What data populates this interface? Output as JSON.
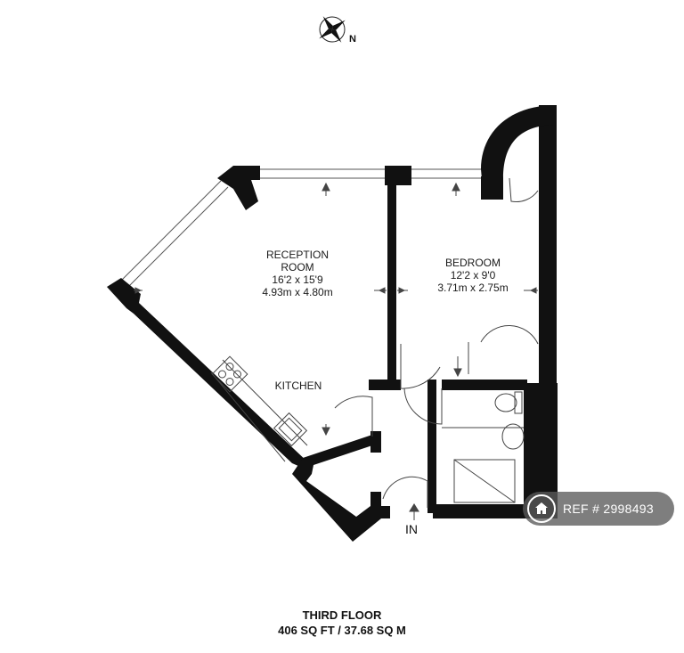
{
  "compass": {
    "north_label": "N"
  },
  "rooms": {
    "reception": {
      "name_line1": "RECEPTION",
      "name_line2": "ROOM",
      "imperial": "16'2 x 15'9",
      "metric": "4.93m x 4.80m"
    },
    "bedroom": {
      "name": "BEDROOM",
      "imperial": "12'2 x 9'0",
      "metric": "3.71m x 2.75m"
    },
    "kitchen": {
      "name": "KITCHEN"
    }
  },
  "entrance_label": "IN",
  "footer": {
    "floor": "THIRD FLOOR",
    "area": "406 SQ FT / 37.68 SQ M"
  },
  "badge": {
    "icon": "home-icon",
    "text": "REF # 2998493"
  }
}
